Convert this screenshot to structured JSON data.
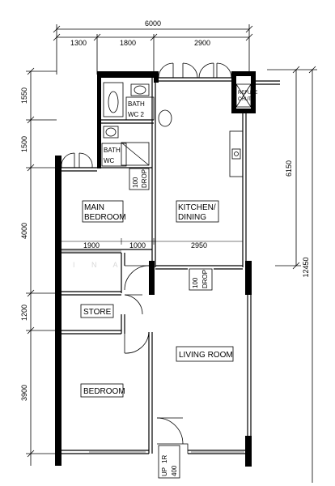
{
  "dimensions": {
    "top_total": "6000",
    "top_segments": [
      "1300",
      "1800",
      "2900"
    ],
    "left_segments": [
      "1550",
      "1500",
      "4000",
      "1200",
      "3900"
    ],
    "right_upper": "6150",
    "right_total": "12450",
    "middle_segments": [
      "1900",
      "1000",
      "2950"
    ]
  },
  "rooms": {
    "bath_wc_2": [
      "BATH",
      "WC 2"
    ],
    "bath_wc": [
      "BATH",
      "WC"
    ],
    "refuse_chute": [
      "REFUSE",
      "CHUTE"
    ],
    "main_bedroom": [
      "MAIN",
      "BEDROOM"
    ],
    "kitchen_dining": [
      "KITCHEN/",
      "DINING"
    ],
    "store": "STORE",
    "living_room": "LIVING ROOM",
    "bedroom": "BEDROOM"
  },
  "notes": {
    "drop_upper": [
      "100",
      "DROP"
    ],
    "drop_middle": [
      "100",
      "DROP"
    ],
    "entrance": [
      "UP",
      "1R",
      "400"
    ]
  },
  "watermark": "I N A"
}
